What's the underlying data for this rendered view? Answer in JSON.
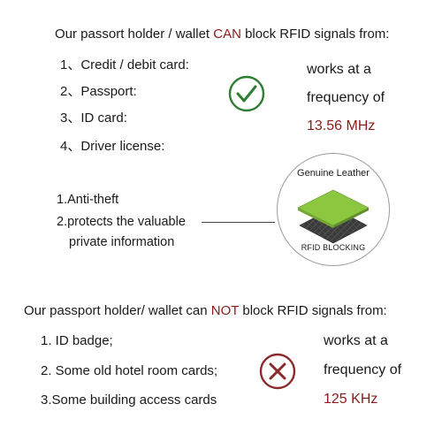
{
  "can_section": {
    "header_pre": "Our passort holder / wallet ",
    "header_emph": "CAN",
    "header_post": " block RFID signals from:",
    "items": [
      "1、Credit / debit card:",
      "2、Passport:",
      "3、ID card:",
      "4、Driver license:"
    ],
    "freq_line1": "works at a",
    "freq_line2": "frequency of",
    "freq_value": "13.56 MHz",
    "check_icon": "check-circle-icon",
    "check_color": "#2e7d32"
  },
  "features": {
    "items": [
      "1.Anti-theft",
      "2.protects the valuable",
      "private information"
    ]
  },
  "badge": {
    "top_label": "Genuine Leather",
    "bottom_label": "RFID BLOCKING",
    "leather_color": "#8dc63f",
    "mesh_color": "#3a3a3a"
  },
  "cannot_section": {
    "header_pre": "Our passport holder/ wallet can ",
    "header_emph": "NOT",
    "header_post": " block RFID signals from:",
    "items": [
      "1. ID badge;",
      "2. Some old hotel room cards;",
      "3.Some building access cards"
    ],
    "freq_line1": "works at a",
    "freq_line2": "frequency of",
    "freq_value": "125 KHz",
    "cross_icon": "cross-circle-icon",
    "cross_color": "#8b2a2a"
  },
  "colors": {
    "emphasis_red": "#8b1a1a"
  }
}
